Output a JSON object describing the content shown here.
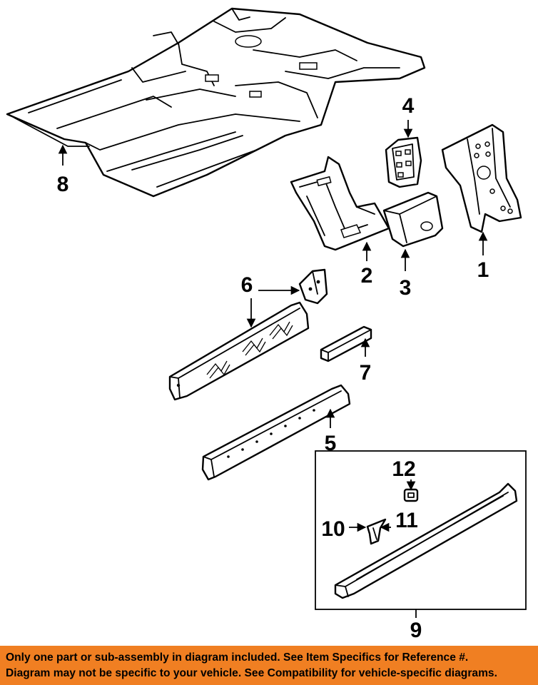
{
  "callouts": {
    "c1": "1",
    "c2": "2",
    "c3": "3",
    "c4": "4",
    "c5": "5",
    "c6": "6",
    "c7": "7",
    "c8": "8",
    "c9": "9",
    "c10": "10",
    "c11": "11",
    "c12": "12"
  },
  "banner": {
    "line1": "Only one part or sub-assembly in diagram included. See Item Specifics for Reference #.",
    "line2": "Diagram may not be specific to your vehicle. See Compatibility for vehicle-specific diagrams."
  },
  "colors": {
    "banner_background": "#f07f22",
    "line_art": "#000000",
    "background": "#ffffff"
  }
}
